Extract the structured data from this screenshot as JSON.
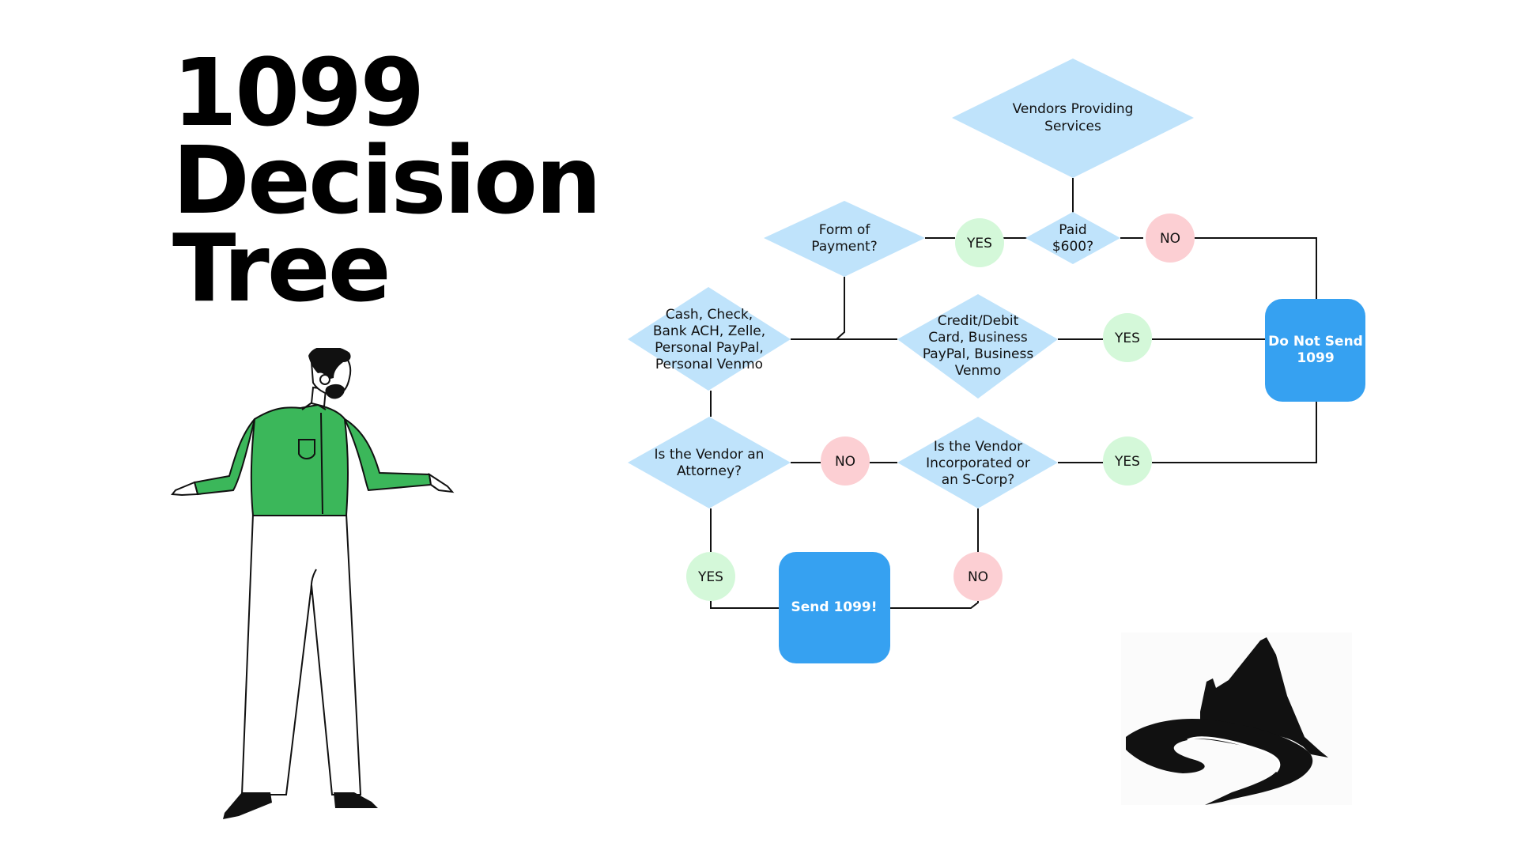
{
  "title": {
    "line1": "1099",
    "line2": "Decision",
    "line3": "Tree"
  },
  "colors": {
    "decision": "#bfe3fb",
    "yes": "#d4f8d9",
    "no": "#fccfd3",
    "outcome": "#36a1f1",
    "shirt": "#3bb75a"
  },
  "nodes": {
    "vendors": [
      "Vendors Providing",
      "Services"
    ],
    "paid": [
      "Paid",
      "$600?"
    ],
    "form": [
      "Form of",
      "Payment?"
    ],
    "cash": [
      "Cash, Check,",
      "Bank ACH, Zelle,",
      "Personal PayPal,",
      "Personal Venmo"
    ],
    "credit": [
      "Credit/Debit",
      "Card, Business",
      "PayPal, Business",
      "Venmo"
    ],
    "attorney": [
      "Is the Vendor an",
      "Attorney?"
    ],
    "incorporated": [
      "Is the Vendor",
      "Incorporated or",
      "an S-Corp?"
    ],
    "do_not_send": [
      "Do Not Send",
      "1099"
    ],
    "send": [
      "Send 1099!"
    ]
  },
  "labels": {
    "yes_paid": "YES",
    "no_paid": "NO",
    "yes_credit": "YES",
    "no_attorney": "NO",
    "yes_incorporated": "YES",
    "yes_attorney": "YES",
    "no_incorporated": "NO"
  },
  "figure": {
    "name": "man-shrugging-illustration"
  },
  "logo": {
    "name": "mountain-road-logo"
  }
}
